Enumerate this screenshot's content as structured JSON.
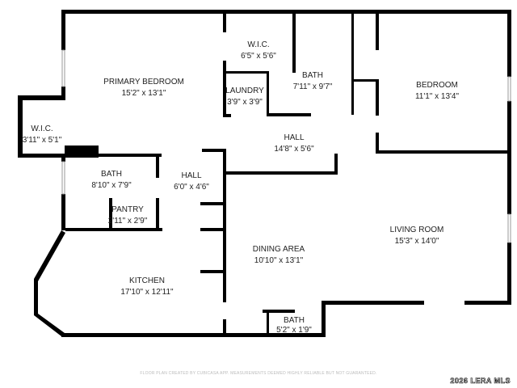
{
  "rooms": [
    {
      "name": "PRIMARY BEDROOM",
      "size": "15'2\" x 13'1\""
    },
    {
      "name": "W.I.C.",
      "size": "6'5\" x 5'6\""
    },
    {
      "name": "LAUNDRY",
      "size": "3'9\" x 3'9\""
    },
    {
      "name": "BATH",
      "size": "7'11\" x 9'7\""
    },
    {
      "name": "BEDROOM",
      "size": "11'1\" x 13'4\""
    },
    {
      "name": "W.I.C.",
      "size": "3'11\" x 5'1\""
    },
    {
      "name": "HALL",
      "size": "14'8\" x 5'6\""
    },
    {
      "name": "BATH",
      "size": "8'10\" x 7'9\""
    },
    {
      "name": "HALL",
      "size": "6'0\" x 4'6\""
    },
    {
      "name": "PANTRY",
      "size": "2'11\" x 2'9\""
    },
    {
      "name": "LIVING ROOM",
      "size": "15'3\" x 14'0\""
    },
    {
      "name": "DINING AREA",
      "size": "10'10\" x 13'1\""
    },
    {
      "name": "KITCHEN",
      "size": "17'10\" x 12'11\""
    },
    {
      "name": "BATH",
      "size": "5'2\" x 1'9\""
    }
  ],
  "disclaimer": "FLOOR PLAN CREATED BY CUBICASA APP. MEASUREMENTS DEEMED HIGHLY RELIABLE BUT NOT GUARANTEED.",
  "watermark": "2026 LERA MLS"
}
